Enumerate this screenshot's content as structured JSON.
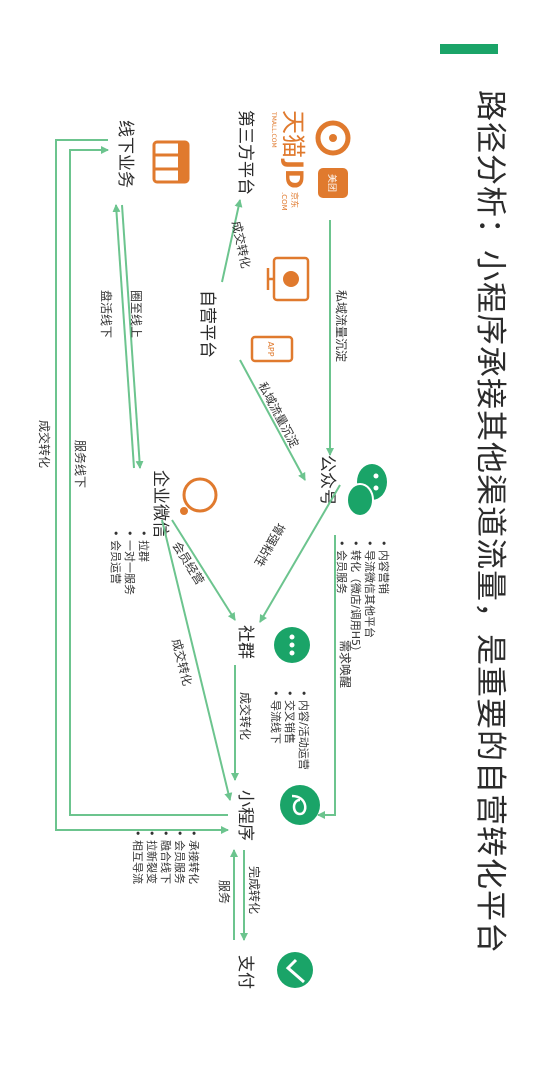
{
  "title": "路径分析：小程序承接其他渠道流量，是重要的自营转化平台",
  "colors": {
    "accent": "#1aa468",
    "orange": "#e07a2e",
    "text": "#2b2b2b",
    "arrow": "#6cc48e"
  },
  "nodes": {
    "third_party": "第三方平台",
    "offline": "线下业务",
    "self_platform": "自营平台",
    "official_account": "公众号",
    "wecom": "企业微信",
    "community": "社群",
    "mini_program": "小程序",
    "payment": "支付"
  },
  "logos": {
    "tmall": "天猫",
    "tmall_sub": "TMALL.COM",
    "jd": "JD",
    "jd_sub": "京东",
    "jd_com": ".COM",
    "meituan": "美团",
    "app": "APP"
  },
  "bullets": {
    "official_account": [
      "内容营销",
      "导流微信其他平台",
      "转化（微店/调用H5）",
      "会员服务"
    ],
    "community": [
      "内容/活动运营",
      "交叉销售",
      "导流线下"
    ],
    "wecom": [
      "拉群",
      "一对一服务",
      "会员运营"
    ],
    "mini_program": [
      "承接转化",
      "会员服务",
      "融合线下",
      "拉新裂变",
      "相互导流"
    ]
  },
  "edges": {
    "private_traffic_1": "私域流量沉淀",
    "private_traffic_2": "私域流量沉淀",
    "deal_conversion_top": "成交转化",
    "enhance_stickiness": "增强粘性",
    "demand_wakeup": "需求唤醒",
    "member_ops": "会员经营",
    "deal_conversion_wecom": "成交转化",
    "deal_conversion_community": "成交转化",
    "circle_online": "圈至线上",
    "drain_offline": "盘活线下",
    "service_offline": "服务线下",
    "deal_conversion_bottom": "成交转化",
    "complete_conversion": "完成转化",
    "service": "服务"
  }
}
